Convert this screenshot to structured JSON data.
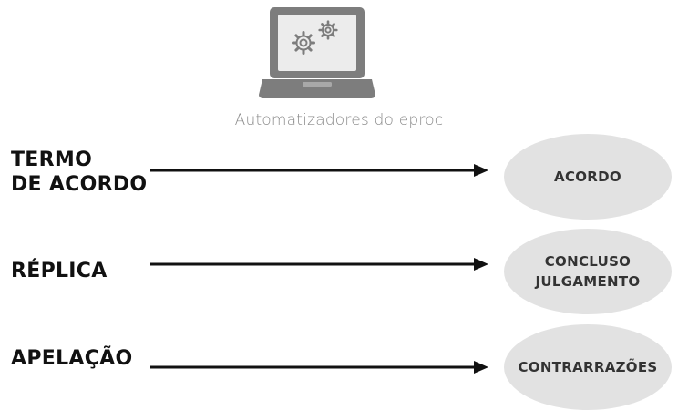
{
  "caption": "Automatizadores do eproc",
  "icons": {
    "device": "laptop-icon",
    "settings": "gears-icon"
  },
  "colors": {
    "label_text": "#111111",
    "oval_fill": "#e2e2e2",
    "oval_text": "#333333",
    "caption_text": "#8a8a8a",
    "icon_gray": "#7d7d7d"
  },
  "rows": [
    {
      "label_lines": [
        "TERMO",
        "DE ACORDO"
      ],
      "result_lines": [
        "ACORDO"
      ]
    },
    {
      "label_lines": [
        "RÉPLICA"
      ],
      "result_lines": [
        "CONCLUSO",
        "JULGAMENTO"
      ]
    },
    {
      "label_lines": [
        "APELAÇÃO"
      ],
      "result_lines": [
        "CONTRARRAZÕES"
      ]
    }
  ]
}
